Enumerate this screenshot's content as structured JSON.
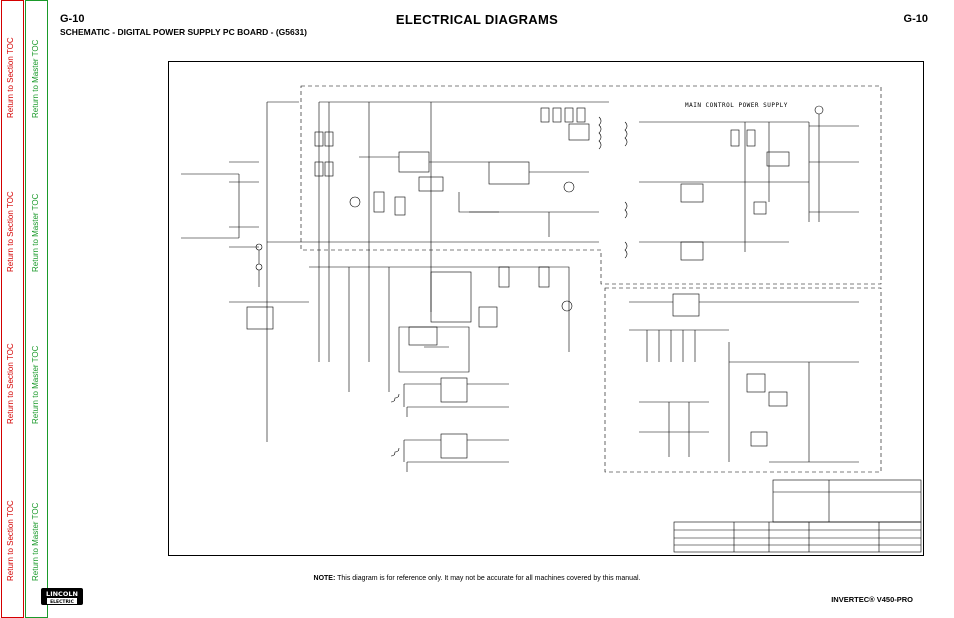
{
  "header": {
    "page_left": "G-10",
    "page_right": "G-10",
    "title": "ELECTRICAL  DIAGRAMS",
    "subtitle": "SCHEMATIC - DIGITAL POWER SUPPLY PC BOARD - (G5631)"
  },
  "sidebar": {
    "links": [
      {
        "section": "Return to Section TOC",
        "master": "Return to Master TOC"
      },
      {
        "section": "Return to Section TOC",
        "master": "Return to Master TOC"
      },
      {
        "section": "Return to Section TOC",
        "master": "Return to Master TOC"
      },
      {
        "section": "Return to Section TOC",
        "master": "Return to Master TOC"
      }
    ]
  },
  "schematic": {
    "block_label": "MAIN CONTROL POWER SUPPLY"
  },
  "footer": {
    "note_label": "NOTE:",
    "note_text": " This diagram is for reference only. It may not be accurate for all machines covered by this manual.",
    "logo_top": "LINCOLN",
    "logo_bottom": "ELECTRIC",
    "model": "INVERTEC® V450-PRO"
  },
  "colors": {
    "section_link": "#d40000",
    "master_link": "#1a9a2a"
  }
}
